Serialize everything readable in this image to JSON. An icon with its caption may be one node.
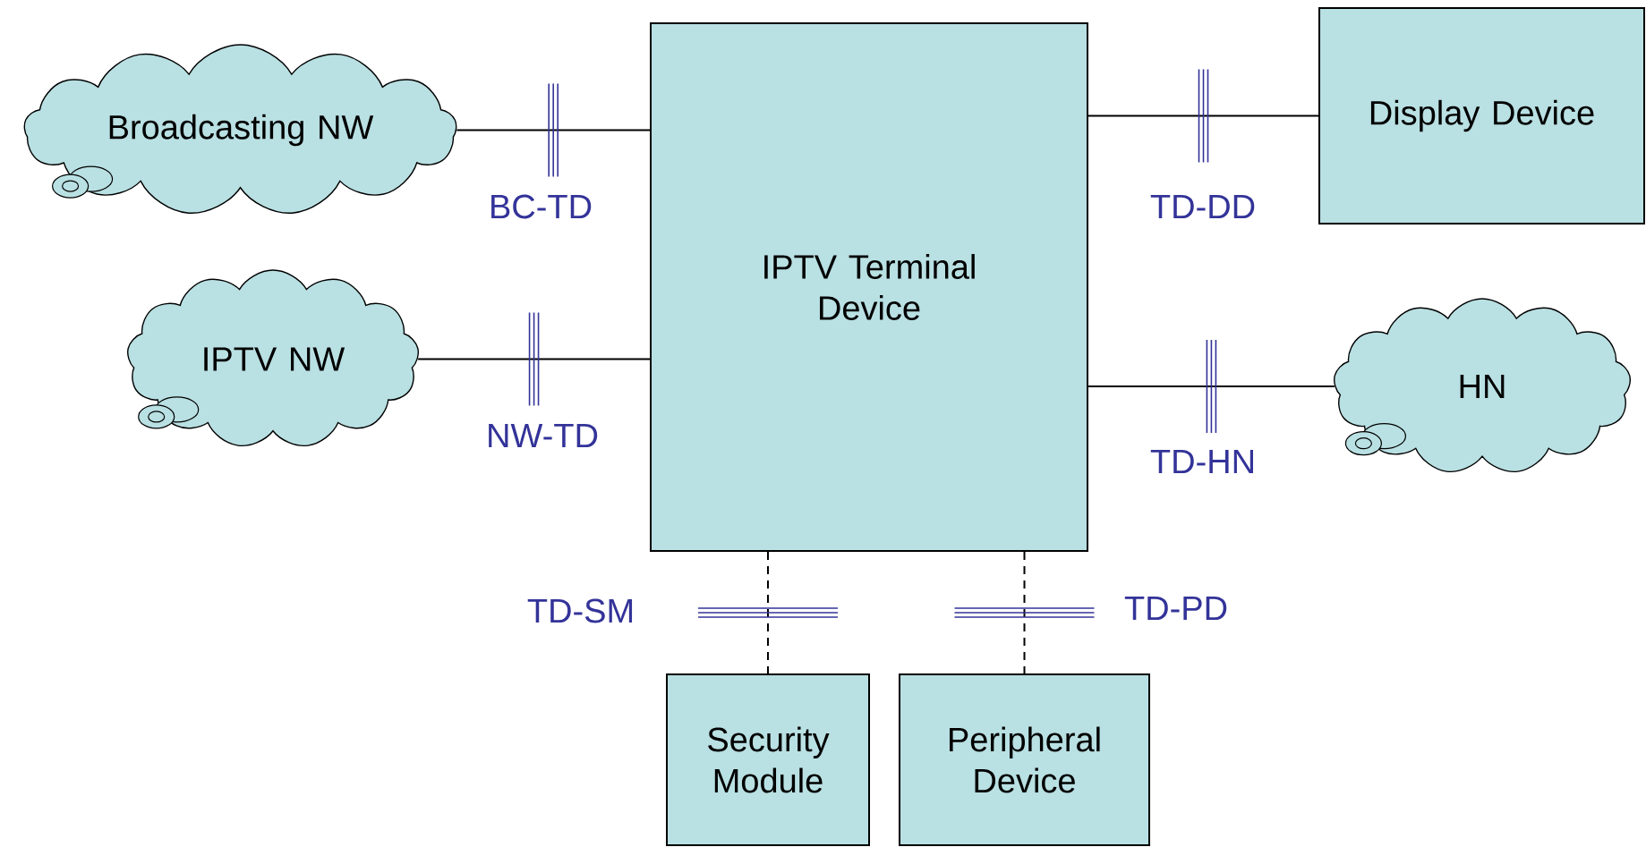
{
  "diagram": {
    "nodes": [
      {
        "text": [
          "Broadcasting NW"
        ]
      },
      {
        "text": [
          "IPTV NW"
        ]
      },
      {
        "text": [
          "IPTV Terminal Device"
        ]
      },
      {
        "text": [
          "Display Device"
        ]
      },
      {
        "text": [
          "HN"
        ]
      },
      {
        "text": [
          "Security Module"
        ]
      },
      {
        "text": [
          "Peripheral Device"
        ]
      }
    ],
    "edges": [
      {
        "from": 0,
        "to": 2,
        "arrow": "none",
        "label": "BC-TD"
      },
      {
        "from": 1,
        "to": 2,
        "arrow": "none",
        "label": "NW-TD"
      },
      {
        "from": 2,
        "to": 3,
        "arrow": "none",
        "label": "TD-DD"
      },
      {
        "from": 2,
        "to": 4,
        "arrow": "none",
        "label": "TD-HN"
      },
      {
        "from": 2,
        "to": 5,
        "arrow": "none",
        "label": "TD-SM",
        "style": "dashed"
      },
      {
        "from": 2,
        "to": 6,
        "arrow": "none",
        "label": "TD-PD",
        "style": "dashed"
      }
    ]
  }
}
